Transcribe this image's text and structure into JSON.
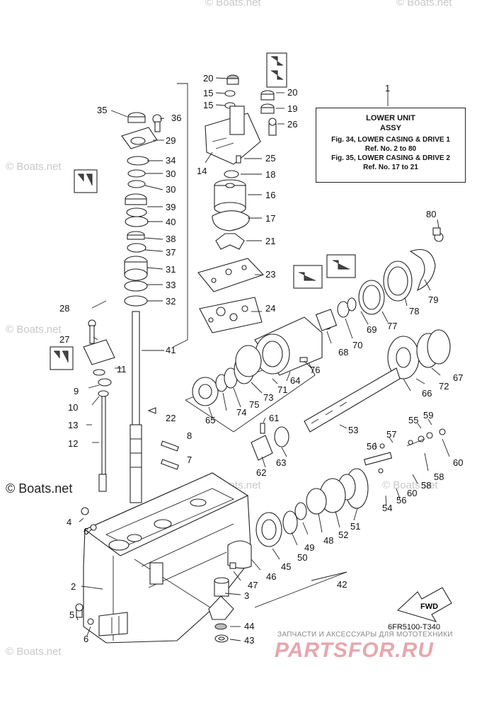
{
  "diagram": {
    "assy_box": {
      "ref": "1",
      "line1": "LOWER UNIT",
      "line2": "ASSY",
      "line3": "Fig. 34, LOWER CASING & DRIVE 1",
      "line4": "Ref. No. 2 to 80",
      "line5": "Fig. 35, LOWER CASING & DRIVE 2",
      "line6": "Ref. No. 17 to 21"
    },
    "drawing_code": "6FR5100-T340",
    "fwd_label": "FWD",
    "logo": "© Boats.net",
    "watermark": "© Boats.net",
    "ru_caption": "ЗАПЧАСТИ И АКСЕССУАРЫ ДЛЯ МОТОТЕХНИКИ",
    "ru_brand": "PARTSFOR.RU",
    "callouts": {
      "c2": "2",
      "c3": "3",
      "c4": "4",
      "c5": "5",
      "c6a": "6",
      "c6b": "6",
      "c7": "7",
      "c8": "8",
      "c9": "9",
      "c10": "10",
      "c11": "11",
      "c12": "12",
      "c13": "13",
      "c14": "14",
      "c15a": "15",
      "c15b": "15",
      "c16": "16",
      "c17": "17",
      "c18": "18",
      "c19": "19",
      "c20a": "20",
      "c20b": "20",
      "c21": "21",
      "c22": "22",
      "c23": "23",
      "c24": "24",
      "c25": "25",
      "c26": "26",
      "c27": "27",
      "c28": "28",
      "c29": "29",
      "c30a": "30",
      "c30b": "30",
      "c31": "31",
      "c32": "32",
      "c33": "33",
      "c34": "34",
      "c35": "35",
      "c36": "36",
      "c37": "37",
      "c38": "38",
      "c39": "39",
      "c40": "40",
      "c41": "41",
      "c42": "42",
      "c43": "43",
      "c44": "44",
      "c45": "45",
      "c46": "46",
      "c47": "47",
      "c48": "48",
      "c49": "49",
      "c50": "50",
      "c51": "51",
      "c52": "52",
      "c53": "53",
      "c54": "54",
      "c55": "55",
      "c56a": "56",
      "c56b": "56",
      "c57": "57",
      "c58a": "58",
      "c58b": "58",
      "c59": "59",
      "c60a": "60",
      "c60b": "60",
      "c61": "61",
      "c62": "62",
      "c63": "63",
      "c64": "64",
      "c65": "65",
      "c66": "66",
      "c67": "67",
      "c68": "68",
      "c69": "69",
      "c70": "70",
      "c71": "71",
      "c72": "72",
      "c73": "73",
      "c74": "74",
      "c75": "75",
      "c76": "76",
      "c77": "77",
      "c78": "78",
      "c79": "79",
      "c80": "80"
    }
  }
}
